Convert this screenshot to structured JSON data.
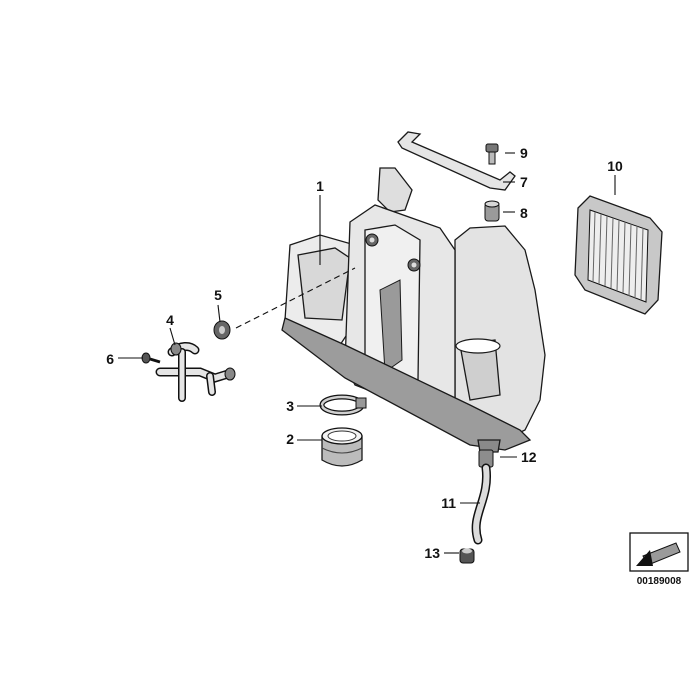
{
  "callouts": [
    {
      "id": "1",
      "label": "1"
    },
    {
      "id": "2",
      "label": "2"
    },
    {
      "id": "3",
      "label": "3"
    },
    {
      "id": "4",
      "label": "4"
    },
    {
      "id": "5",
      "label": "5"
    },
    {
      "id": "6",
      "label": "6"
    },
    {
      "id": "7",
      "label": "7"
    },
    {
      "id": "8",
      "label": "8"
    },
    {
      "id": "9",
      "label": "9"
    },
    {
      "id": "10",
      "label": "10"
    },
    {
      "id": "11",
      "label": "11"
    },
    {
      "id": "12",
      "label": "12"
    },
    {
      "id": "13",
      "label": "13"
    }
  ],
  "reference_code": "00189008",
  "colors": {
    "line": "#111111",
    "part_fill": "#e9e9e9",
    "part_dark": "#7a7a7a",
    "part_shadow": "#b5b5b5"
  },
  "icons": {
    "orientation": "arrow-direction-icon"
  }
}
